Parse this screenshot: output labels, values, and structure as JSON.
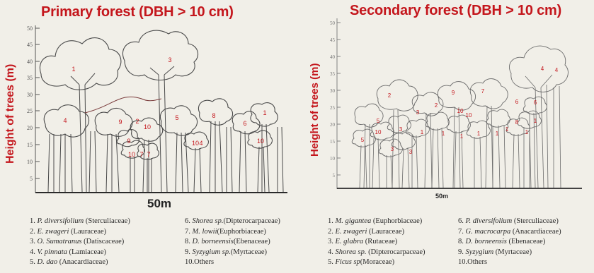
{
  "panels": [
    {
      "title": "Primary forest (DBH > 10 cm)",
      "y_axis_label": "Height of trees (m)",
      "y_ticks": [
        "5",
        "10",
        "15",
        "20",
        "25",
        "30",
        "35",
        "40",
        "45",
        "50"
      ],
      "scale_label": "50m",
      "tree_numbers": [
        "1",
        "3",
        "4",
        "9",
        "10",
        "2",
        "5",
        "8",
        "6",
        "1",
        "10",
        "9",
        "10",
        "7",
        "7",
        "10",
        "4"
      ],
      "legend": [
        {
          "num": "1.",
          "species": "P. diversifolium",
          "family": "(Sterculiaceae)"
        },
        {
          "num": "2.",
          "species": "E. zwageri",
          "family": "(Lauraceae)"
        },
        {
          "num": "3.",
          "species": "O. Sumatranus",
          "family": "(Datiscaceae)"
        },
        {
          "num": "4.",
          "species": "V. pinnata",
          "family": "(Lamiaceae)"
        },
        {
          "num": "5.",
          "species": "D. dao",
          "family": "(Anacardiaceae)"
        },
        {
          "num": "6.",
          "species": "Shorea sp.",
          "family": "(Dipterocarpaceae)"
        },
        {
          "num": "7.",
          "species": "M. lowii",
          "family": "(Euphorbiaceae)"
        },
        {
          "num": "8.",
          "species": "D. borneensis",
          "family": "(Ebenaceae)"
        },
        {
          "num": "9.",
          "species": "Syzygium sp.",
          "family": "(Myrtaceae)"
        },
        {
          "num": "10.",
          "species": "",
          "family": "Others"
        }
      ]
    },
    {
      "title": "Secondary forest (DBH > 10 cm)",
      "y_axis_label": "Height of trees (m)",
      "y_ticks": [
        "5",
        "10",
        "15",
        "20",
        "25",
        "30",
        "35",
        "40",
        "45",
        "50"
      ],
      "scale_label": "50m",
      "tree_numbers": [
        "2",
        "9",
        "7",
        "2",
        "10",
        "3",
        "6",
        "4",
        "10",
        "5",
        "3",
        "1",
        "1",
        "1",
        "1",
        "3",
        "1",
        "5",
        "6",
        "8",
        "4",
        "1",
        "1",
        "10",
        "3",
        "1"
      ],
      "legend": [
        {
          "num": "1.",
          "species": "M. gigantea",
          "family": "(Euphorbiaceae)"
        },
        {
          "num": "2.",
          "species": "E. zwageri",
          "family": "(Lauraceae)"
        },
        {
          "num": "3.",
          "species": "E. glabra",
          "family": "(Rutaceae)"
        },
        {
          "num": "4.",
          "species": "Shorea sp.",
          "family": "(Dipterocarpaceae)"
        },
        {
          "num": "5.",
          "species": "Ficus sp",
          "family": "(Moraceae)"
        },
        {
          "num": "6.",
          "species": "P. diversifolium",
          "family": "(Sterculiaceae)"
        },
        {
          "num": "7.",
          "species": "G. macrocarpa",
          "family": "(Anacardiaceae)"
        },
        {
          "num": "8.",
          "species": "D. borneensis",
          "family": "(Ebenaceae)"
        },
        {
          "num": "9.",
          "species": "Syzygium",
          "family": "(Myrtaceae)"
        },
        {
          "num": "10.",
          "species": "",
          "family": "Others"
        }
      ]
    }
  ],
  "colors": {
    "title": "#c4161c",
    "tree_number": "#c4161c",
    "tree_outline": "#4a4a4a",
    "ground": "#2a2a2a",
    "background": "#f1efe8"
  }
}
